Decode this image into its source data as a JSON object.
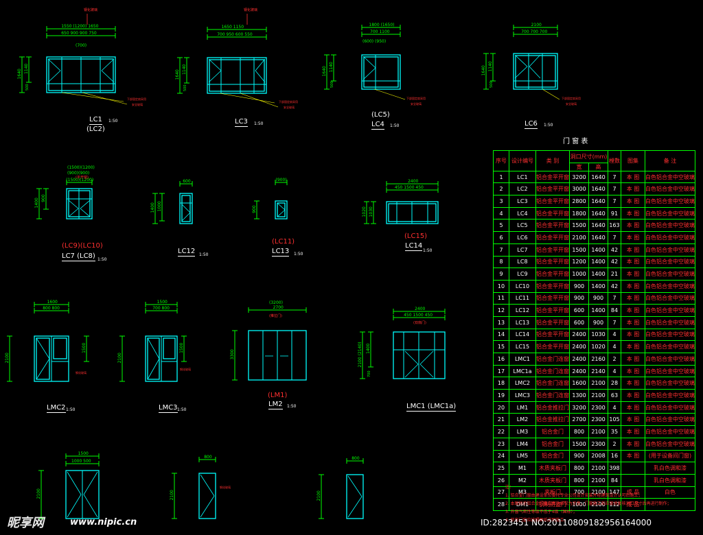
{
  "drawing": {
    "elevations": [
      {
        "id": "lc1",
        "name": "LC1",
        "alt": "(LC2)",
        "scale": "1:50",
        "dims_top": [
          "1550 (1200)",
          "1650"
        ],
        "dims_sub": [
          "650",
          "900",
          "900",
          "750"
        ],
        "dims_sub2": "(700)",
        "h_total": "1640",
        "h_upper": "1140",
        "h_lower": "500",
        "callout": "钢化玻璃",
        "note1": "下部固定扇采用",
        "note2": "安全玻璃"
      },
      {
        "id": "lc3",
        "name": "LC3",
        "alt": "",
        "scale": "1:50",
        "dims_top": [
          "1650",
          "1150"
        ],
        "dims_sub": [
          "700",
          "950",
          "600",
          "550"
        ],
        "h_total": "1640",
        "h_upper": "1140",
        "h_lower": "500",
        "callout": "钢化玻璃",
        "note1": "下部固定扇采用",
        "note2": "安全玻璃"
      },
      {
        "id": "lc4",
        "name": "LC4",
        "alt": "(LC5)",
        "scale": "1:50",
        "dims_top": [
          "1800 (1650)"
        ],
        "dims_sub": [
          "700",
          "1100"
        ],
        "dims_sub2": [
          "(600)",
          "(950)"
        ],
        "h_total": "1640",
        "h_upper": "1140",
        "h_lower": "500",
        "note1": "下部固定扇采用",
        "note2": "安全玻璃"
      },
      {
        "id": "lc6",
        "name": "LC6",
        "alt": "",
        "scale": "1:50",
        "dims_top": [
          "2100"
        ],
        "dims_sub": [
          "700",
          "700",
          "700"
        ],
        "h_total": "1640",
        "h_upper": "1140",
        "h_lower": "500",
        "note1": "下部固定扇采用",
        "note2": "安全玻璃"
      },
      {
        "id": "lc7",
        "name": "LC7 (LC8)",
        "alt": "(LC9)(LC10)",
        "scale": "1:50",
        "dims_top": [
          "(1500)(1200)"
        ],
        "dims_sub2": "(900)(900)",
        "extra": "(平开窗)",
        "h_total": "1400",
        "h_upper": "900",
        "h_lower": "500"
      },
      {
        "id": "lc12",
        "name": "LC12",
        "alt": "",
        "scale": "1:50",
        "dims_top": [
          "600"
        ],
        "h_total": "1400",
        "h_upper": "1000"
      },
      {
        "id": "lc13",
        "name": "LC13",
        "alt": "(LC11)",
        "scale": "1:50",
        "dims_top": [
          "(900)"
        ],
        "dims_sub2": "600",
        "h_total": "900"
      },
      {
        "id": "lc14",
        "name": "LC14",
        "alt": "(LC15)",
        "scale": "1:50",
        "dims_top": [
          "2400"
        ],
        "dims_sub": [
          "450",
          "1500",
          "450"
        ],
        "h_total": "1020",
        "h_upper": "1030"
      },
      {
        "id": "lmc2",
        "name": "LMC2",
        "alt": "",
        "scale": "1:50",
        "dims_top": [
          "1600"
        ],
        "dims_sub": [
          "800",
          "800"
        ],
        "h_total": "2100",
        "h_upper": "1500",
        "callout": "钢化玻璃"
      },
      {
        "id": "lmc3",
        "name": "LMC3",
        "alt": "",
        "scale": "1:50",
        "dims_top": [
          "1500"
        ],
        "dims_sub": [
          "700",
          "800"
        ],
        "h_total": "2100",
        "h_upper": "1500",
        "callout": "钢化玻璃"
      },
      {
        "id": "lm2",
        "name": "LM2",
        "alt": "(LM1)",
        "scale": "1:50",
        "dims_top": [
          "(3200)",
          "2700"
        ],
        "extra": "(推拉门)",
        "h_total": "3300"
      },
      {
        "id": "lmc1",
        "name": "LMC1 (LMC1a)",
        "alt": "",
        "scale": "1:50",
        "dims_top": [
          "2400"
        ],
        "dims_sub": [
          "450",
          "1500",
          "450"
        ],
        "extra": "(双扇门)",
        "h_total": "2100 (2140)",
        "h_upper": "1400",
        "h_lower": "700"
      },
      {
        "id": "dm1",
        "name": "",
        "alt": "",
        "scale": "",
        "dims_top": [
          "1500"
        ],
        "dims_sub": [
          "1000",
          "500"
        ],
        "h_total": "2100"
      },
      {
        "id": "m1",
        "name": "",
        "alt": "",
        "scale": "",
        "dims_top": [
          "800"
        ],
        "h_total": "2100",
        "callout": "钢化玻璃"
      },
      {
        "id": "m3",
        "name": "",
        "alt": "",
        "scale": "",
        "dims_top": [
          "800"
        ],
        "h_total": "2100"
      }
    ],
    "top_markers": [
      "钢化玻璃",
      "钢化玻璃"
    ],
    "partial_label": "LM4"
  },
  "schedule": {
    "title": "门 窗 表",
    "headers": [
      "序号",
      "设计编号",
      "类 别",
      "洞口尺寸(mm)",
      "樘数",
      "图集",
      "备 注"
    ],
    "subheaders": [
      "宽",
      "高"
    ],
    "rows": [
      [
        "1",
        "LC1",
        "铝合金平开窗",
        "3200",
        "1640",
        "7",
        "本 图",
        "白色铝合金中空玻璃"
      ],
      [
        "2",
        "LC2",
        "铝合金平开窗",
        "3000",
        "1640",
        "7",
        "本 图",
        "白色铝合金中空玻璃"
      ],
      [
        "3",
        "LC3",
        "铝合金平开窗",
        "2800",
        "1640",
        "7",
        "本 图",
        "白色铝合金中空玻璃"
      ],
      [
        "4",
        "LC4",
        "铝合金平开窗",
        "1800",
        "1640",
        "91",
        "本 图",
        "白色铝合金中空玻璃"
      ],
      [
        "5",
        "LC5",
        "铝合金平开窗",
        "1500",
        "1640",
        "163",
        "本 图",
        "白色铝合金中空玻璃"
      ],
      [
        "6",
        "LC6",
        "铝合金平开窗",
        "2100",
        "1640",
        "7",
        "本 图",
        "白色铝合金中空玻璃"
      ],
      [
        "7",
        "LC7",
        "铝合金平开窗",
        "1500",
        "1400",
        "42",
        "本 图",
        "白色铝合金中空玻璃"
      ],
      [
        "8",
        "LC8",
        "铝合金平开窗",
        "1200",
        "1400",
        "42",
        "本 图",
        "白色铝合金中空玻璃"
      ],
      [
        "9",
        "LC9",
        "铝合金平开窗",
        "1000",
        "1400",
        "21",
        "本 图",
        "白色铝合金中空玻璃"
      ],
      [
        "10",
        "LC10",
        "铝合金平开窗",
        "900",
        "1400",
        "42",
        "本 图",
        "白色铝合金中空玻璃"
      ],
      [
        "11",
        "LC11",
        "铝合金平开窗",
        "900",
        "900",
        "7",
        "本 图",
        "白色铝合金中空玻璃"
      ],
      [
        "12",
        "LC12",
        "铝合金平开窗",
        "600",
        "1400",
        "84",
        "本 图",
        "白色铝合金中空玻璃"
      ],
      [
        "13",
        "LC13",
        "铝合金平开窗",
        "600",
        "900",
        "7",
        "本 图",
        "白色铝合金中空玻璃"
      ],
      [
        "14",
        "LC14",
        "铝合金平开窗",
        "2400",
        "1030",
        "4",
        "本 图",
        "白色铝合金中空玻璃"
      ],
      [
        "15",
        "LC15",
        "铝合金平开窗",
        "2400",
        "1020",
        "4",
        "本 图",
        "白色铝合金中空玻璃"
      ],
      [
        "16",
        "LMC1",
        "铝合金门连窗",
        "2400",
        "2160",
        "2",
        "本 图",
        "白色铝合金中空玻璃"
      ],
      [
        "17",
        "LMC1a",
        "铝合金门连窗",
        "2400",
        "2140",
        "4",
        "本 图",
        "白色铝合金中空玻璃"
      ],
      [
        "18",
        "LMC2",
        "铝合金门连窗",
        "1600",
        "2100",
        "28",
        "本 图",
        "白色铝合金中空玻璃"
      ],
      [
        "19",
        "LMC3",
        "铝合金门连窗",
        "1300",
        "2100",
        "63",
        "本 图",
        "白色铝合金中空玻璃"
      ],
      [
        "20",
        "LM1",
        "铝合金推拉门",
        "3200",
        "2300",
        "4",
        "本 图",
        "白色铝合金中空玻璃"
      ],
      [
        "21",
        "LM2",
        "铝合金推拉门",
        "2700",
        "2300",
        "105",
        "本 图",
        "白色铝合金中空玻璃"
      ],
      [
        "22",
        "LM3",
        "铝合金门",
        "800",
        "2100",
        "35",
        "本 图",
        "白色铝合金中空玻璃"
      ],
      [
        "23",
        "LM4",
        "铝合金门",
        "1500",
        "2300",
        "2",
        "本 图",
        "白色铝合金中空玻璃"
      ],
      [
        "24",
        "LM5",
        "铝合金门",
        "900",
        "2008",
        "16",
        "本 图",
        "(用于设备间门窗)"
      ],
      [
        "25",
        "M1",
        "木质夹板门",
        "800",
        "2100",
        "398",
        "",
        "乳白色调和漆"
      ],
      [
        "26",
        "M2",
        "木质夹板门",
        "800",
        "2100",
        "84",
        "",
        "乳白色调和漆"
      ],
      [
        "27",
        "M3",
        "夹板门",
        "700",
        "2100",
        "147",
        "成 品",
        "白色"
      ],
      [
        "28",
        "DM1",
        "钢制防盗门",
        "1000",
        "2100",
        "112",
        "成 品",
        ""
      ]
    ],
    "notes_title": "注：",
    "notes": [
      "1. 铝合金门窗由建设单位委托专业公司设计安装并经建筑设计认可后施工；",
      "2. 本图所示铝合金门窗立面分格仅为示意，门窗施工前应现场复核洞口尺寸后再进行制作；",
      "3. 外窗气密性等级不低于4级（国标）；",
      "4. 所有门窗应按照图纸说明施工。"
    ]
  },
  "watermark": {
    "brand": "昵享网",
    "url": "www.nipic.cn",
    "id_text": "ID:2823451 NO:20110809182956164000"
  },
  "colors": {
    "background": "#000000",
    "frame": "#00ffff",
    "dimension": "#00ff00",
    "annotation": "#ff3030",
    "text": "#ffffff",
    "leader": "#ffff00"
  }
}
